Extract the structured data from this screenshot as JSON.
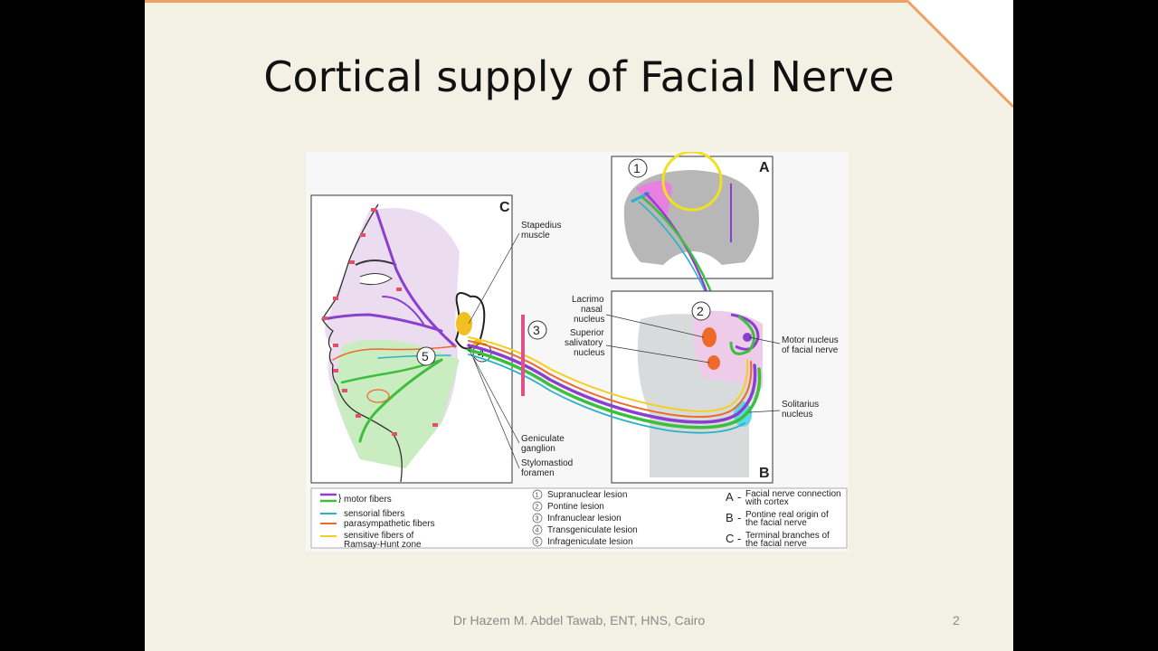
{
  "slide": {
    "title": "Cortical supply of Facial Nerve",
    "footer": "Dr Hazem M. Abdel Tawab, ENT, HNS, Cairo",
    "page_number": "2",
    "accent_color": "#f0a060"
  },
  "diagram": {
    "panels": {
      "a": "A",
      "b": "B",
      "c": "C"
    },
    "markers": {
      "m1": "1",
      "m2": "2",
      "m3": "3",
      "m4": "4",
      "m5": "5"
    },
    "labels": {
      "stapedius_1": "Stapedius",
      "stapedius_2": "muscle",
      "lacrimo_1": "Lacrimo",
      "lacrimo_2": "nasal",
      "lacrimo_3": "nucleus",
      "superior_1": "Superior",
      "superior_2": "salivatory",
      "superior_3": "nucleus",
      "motor_1": "Motor nucleus",
      "motor_2": "of facial nerve",
      "solitarius_1": "Solitarius",
      "solitarius_2": "nucleus",
      "geniculate_1": "Geniculate",
      "geniculate_2": "ganglion",
      "stylomastoid_1": "Stylomastiod",
      "stylomastoid_2": "foramen"
    },
    "legend": {
      "fibers": [
        {
          "label": "motor fibers",
          "color": "#8b3fd0",
          "color2": "#3cbf3c"
        },
        {
          "label": "sensorial fibers",
          "color": "#2ab0c8"
        },
        {
          "label": "parasympathetic fibers",
          "color": "#ee6a2a"
        },
        {
          "label": "sensitive fibers of",
          "label2": "Ramsay-Hunt zone",
          "color": "#f0d020"
        }
      ],
      "lesions": [
        {
          "num": "1",
          "label": "Supranuclear lesion"
        },
        {
          "num": "2",
          "label": "Pontine lesion"
        },
        {
          "num": "3",
          "label": "Infranuclear lesion"
        },
        {
          "num": "4",
          "label": "Transgeniculate lesion"
        },
        {
          "num": "5",
          "label": "Infrageniculate lesion"
        }
      ],
      "panels": [
        {
          "letter": "A",
          "dash": "-",
          "label": "Facial nerve connection",
          "label2": "with cortex"
        },
        {
          "letter": "B",
          "dash": "-",
          "label": "Pontine real origin of",
          "label2": "the facial nerve"
        },
        {
          "letter": "C",
          "dash": "-",
          "label": "Terminal branches of",
          "label2": "the facial nerve"
        }
      ]
    }
  }
}
